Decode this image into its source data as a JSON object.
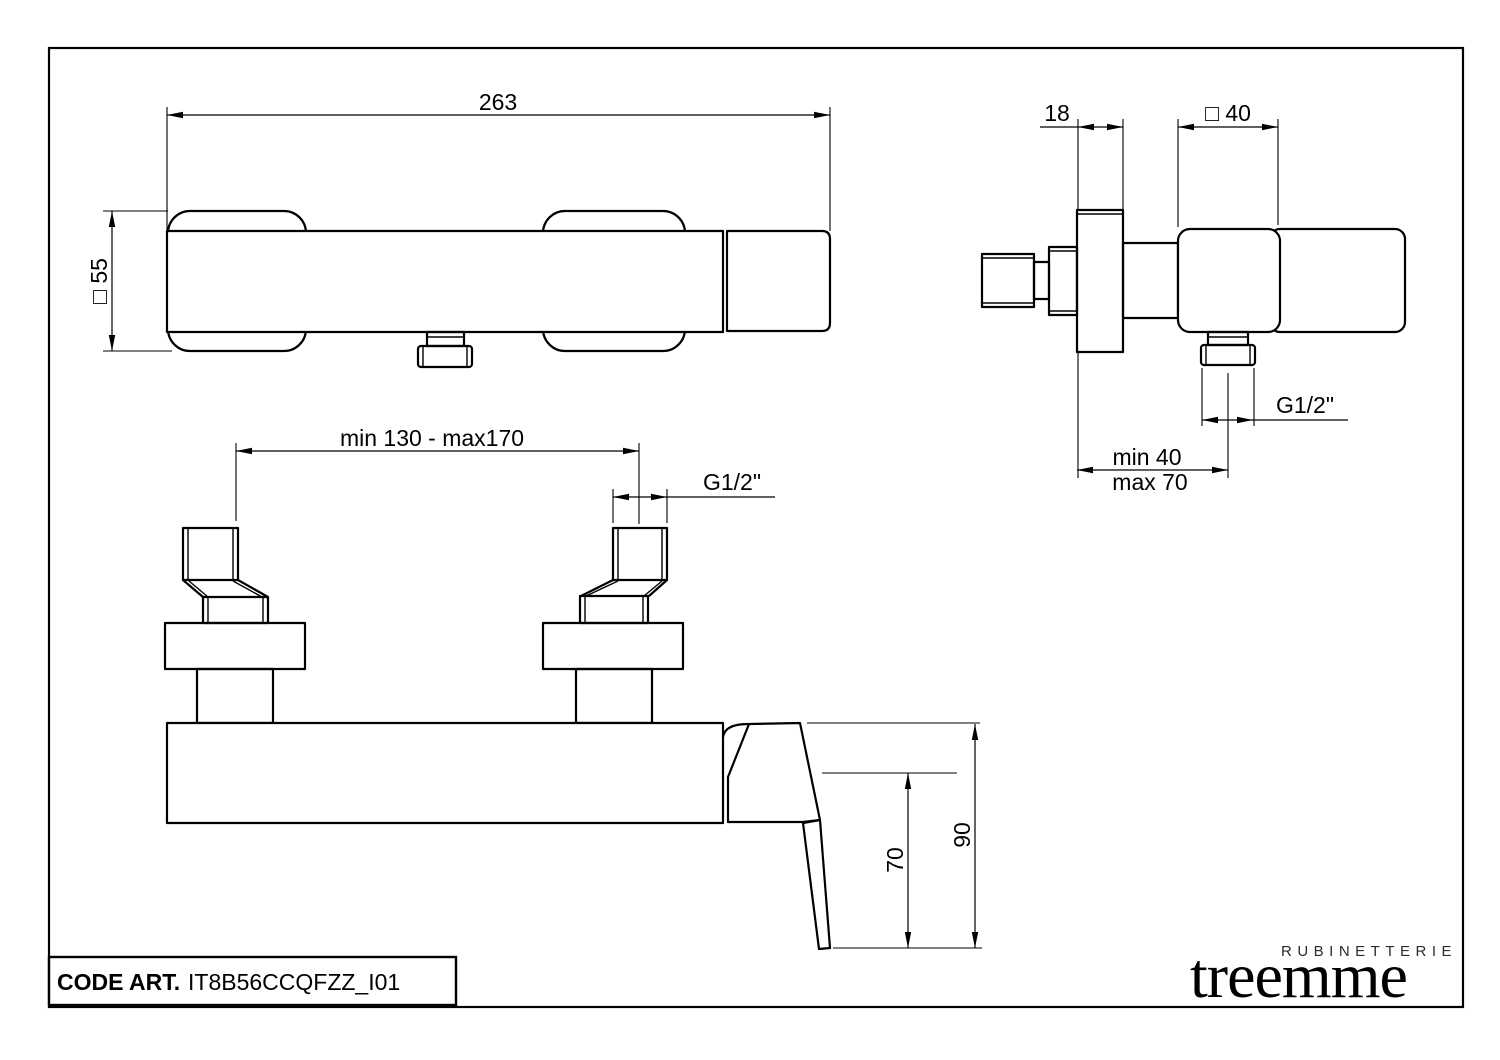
{
  "colors": {
    "line": "#000000",
    "background": "#ffffff",
    "logo_gray": "#2b2b2b"
  },
  "dims": {
    "front_width": "263",
    "front_square": "□ 55",
    "plate_thickness": "18",
    "body_square": "□ 40",
    "thread_side": "G1/2\"",
    "depth_min": "min 40",
    "depth_max": "max 70",
    "centers_range": "min 130 - max170",
    "thread_bottom": "G1/2\"",
    "handle_drop": "70",
    "handle_height": "90"
  },
  "title_block": {
    "label": "CODE ART.",
    "code": "IT8B56CCQFZZ_I01"
  },
  "logo": {
    "subtitle": "RUBINETTERIE",
    "name": "treemme"
  }
}
